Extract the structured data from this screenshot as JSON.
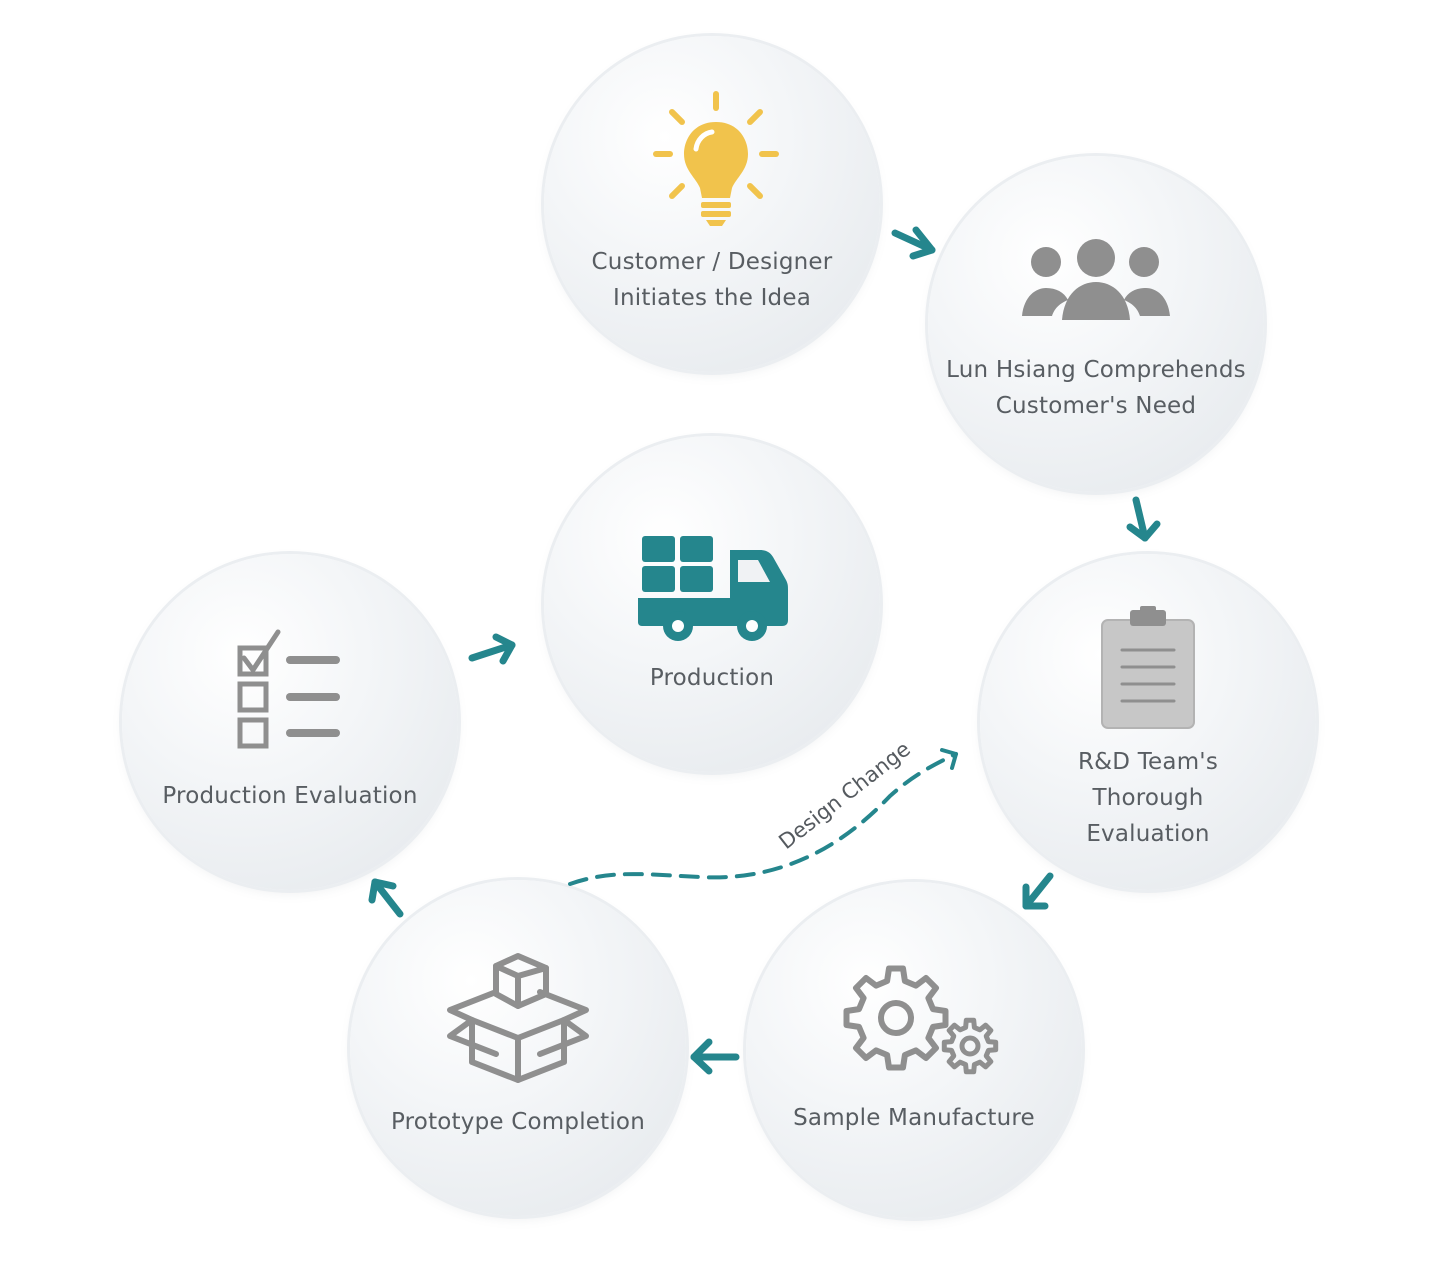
{
  "colors": {
    "accent": "#25868d",
    "bulb": "#f1c34c",
    "icon_gray": "#8f8f8f",
    "text": "#585d62"
  },
  "steps": [
    {
      "label": "Customer / Designer\nInitiates the Idea",
      "icon": "lightbulb-icon"
    },
    {
      "label": "Lun Hsiang Comprehends\nCustomer's Need",
      "icon": "people-group-icon"
    },
    {
      "label": "R&D Team's\nThorough\nEvaluation",
      "icon": "clipboard-icon"
    },
    {
      "label": "Sample Manufacture",
      "icon": "gears-icon"
    },
    {
      "label": "Prototype Completion",
      "icon": "open-box-icon"
    },
    {
      "label": "Production Evaluation",
      "icon": "checklist-icon"
    },
    {
      "label": "Production",
      "icon": "delivery-truck-icon"
    }
  ],
  "loop": {
    "label": "Design Change"
  }
}
